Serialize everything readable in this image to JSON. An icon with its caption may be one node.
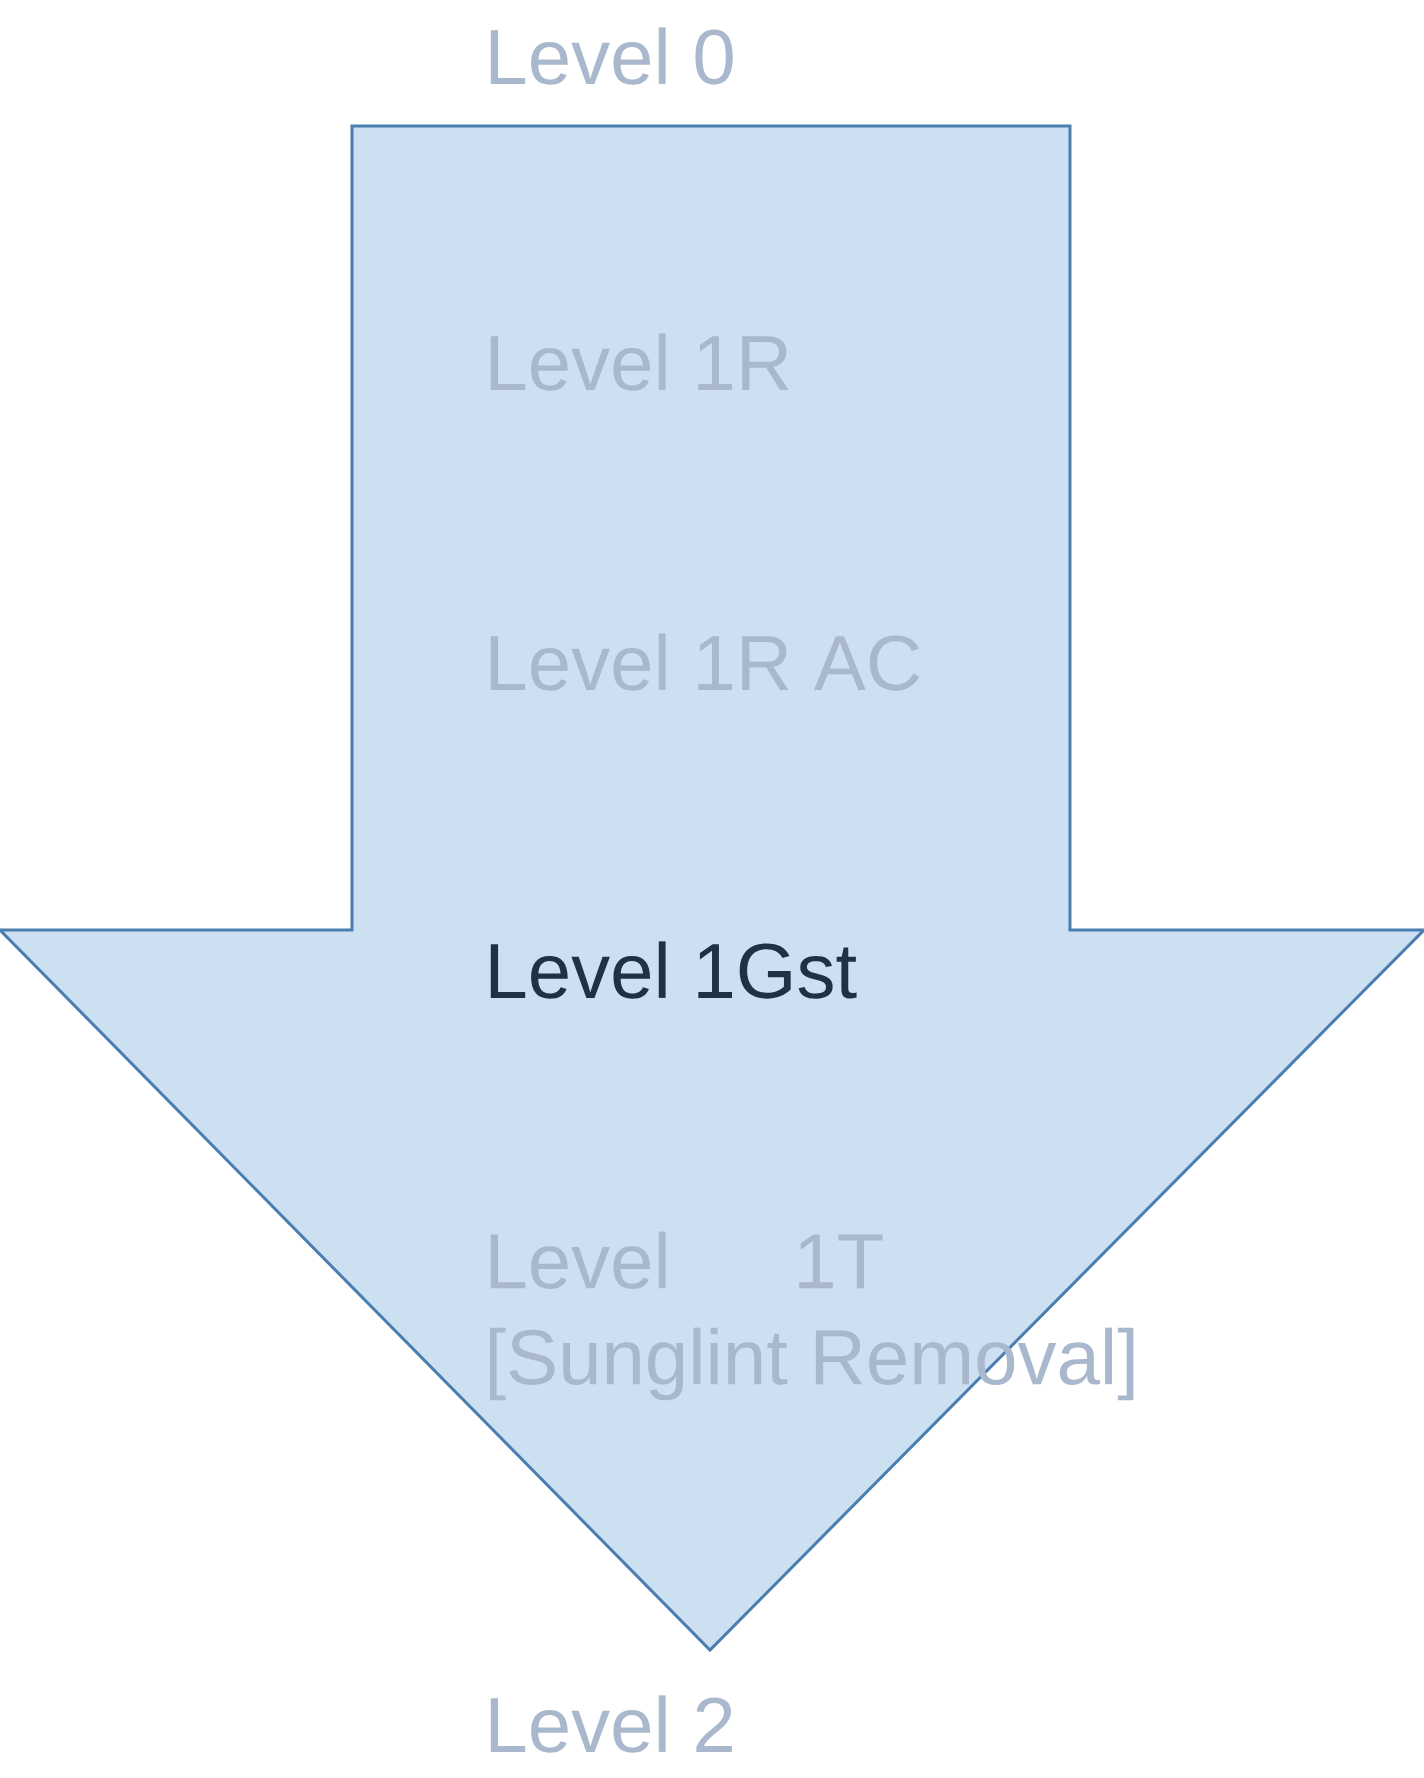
{
  "diagram": {
    "nodes": [
      {
        "text": [
          "Level 1R",
          "Level 1R AC",
          "Level 1Gst",
          "Level 1T [Sunglint Removal]"
        ]
      }
    ],
    "labels": [
      "Level 0",
      "Level 2"
    ]
  }
}
